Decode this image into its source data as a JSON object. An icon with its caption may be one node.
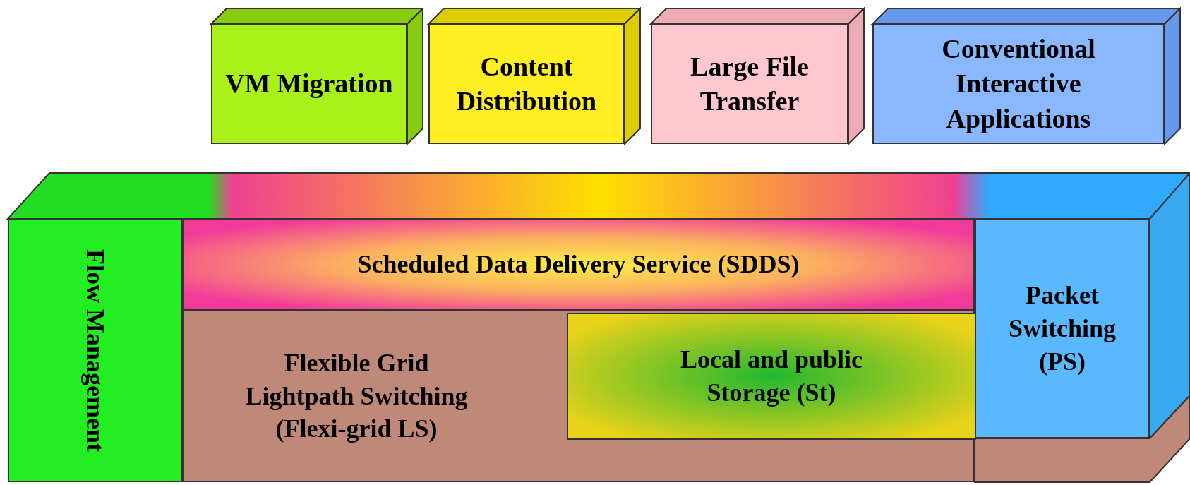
{
  "diagram": {
    "nodes": [
      {
        "text": [
          "VM Migration"
        ]
      },
      {
        "text": [
          "Content Distribution"
        ]
      },
      {
        "text": [
          "Large File Transfer"
        ]
      },
      {
        "text": [
          "Conventional Interactive Applications"
        ]
      },
      {
        "text": [
          "Flow Management"
        ]
      },
      {
        "text": [
          "Scheduled Data Delivery Service (SDDS)"
        ]
      },
      {
        "text": [
          "Flexible Grid Lightpath Switching (Flexi-grid LS)"
        ]
      },
      {
        "text": [
          "Local and public Storage (St)"
        ],
        "in": 6
      },
      {
        "text": [
          "Packet Switching (PS)"
        ]
      }
    ]
  }
}
